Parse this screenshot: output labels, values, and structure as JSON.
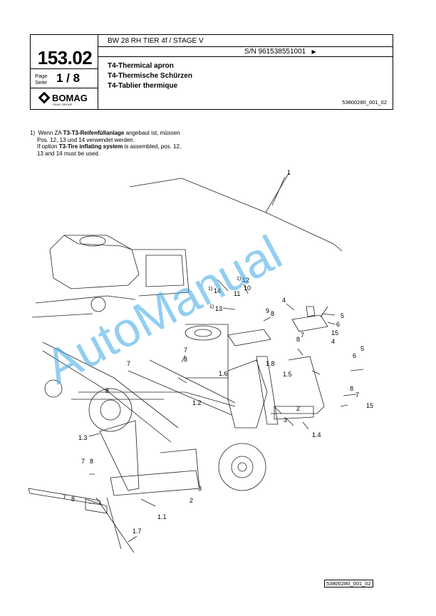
{
  "header": {
    "model": "BW 28 RH TIER 4f / STAGE V",
    "serial": "S/N 961538551001",
    "serial_arrow": "▶",
    "page_number": "153.02",
    "page_label_de": "Page",
    "page_label_en": "Seite",
    "page_of": "1  /  8",
    "brand": "BOMAG",
    "brand_sub": "FAYAT GROUP",
    "title_en": "T4-Thermical apron",
    "title_de": "T4-Thermische Schürzen",
    "title_fr": "T4-Tablier thermique",
    "doc_ref": "53800280_001_02"
  },
  "note": {
    "number": "1)",
    "line1_pre": "Wenn ZA ",
    "line1_bold": "T3-T3-Reifenfüllanlage",
    "line1_post": " angebaut ist, müssen",
    "line2": "Pos. 12, 13 und 14 verwendet werden.",
    "line3_pre": "If option ",
    "line3_bold": "T3-Tire inflating system",
    "line3_post": " is assembled, pos. 12,",
    "line4": "13 and 14 must be used."
  },
  "callouts": [
    "1",
    "1)",
    "12",
    "10",
    "1)",
    "14",
    "11",
    "1)",
    "13",
    "9",
    "8",
    "4",
    "5",
    "6",
    "15",
    "7",
    "8",
    "1.8",
    "7",
    "8",
    "4",
    "6",
    "5",
    "7",
    "8",
    "1.6",
    "1.5",
    "15",
    "1.2",
    "8",
    "7",
    "2",
    "3",
    "1.4",
    "1.3",
    "7",
    "8",
    "3",
    "2",
    "7",
    "8",
    "1.1",
    "1.7"
  ],
  "watermark": "AutoManual",
  "footer_ref": "53800280_001_02"
}
